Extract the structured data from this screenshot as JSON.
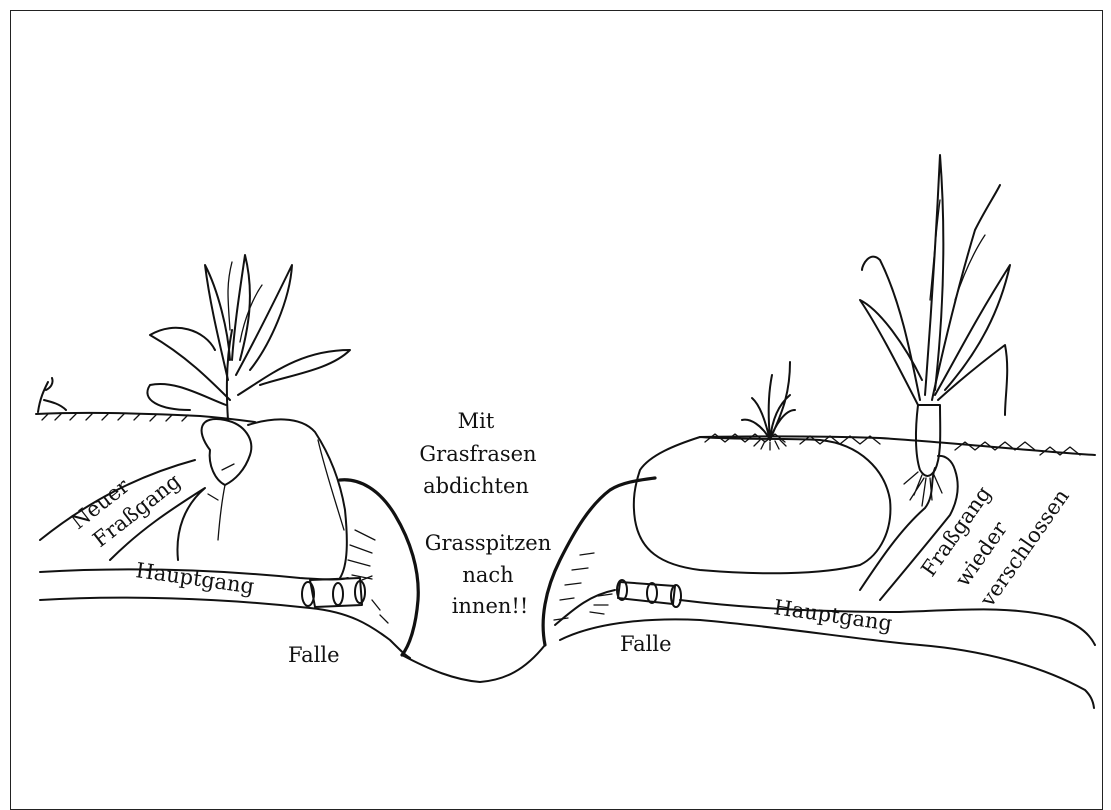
{
  "labels": {
    "neuer": "Neuer",
    "frassgang_left": "Fraßgang",
    "hauptgang_left": "Hauptgang",
    "falle_left": "Falle",
    "mit": "Mit",
    "grasfrasen": "Grasfrasen",
    "abdichten": "abdichten",
    "grasspitzen": "Grasspitzen",
    "nach": "nach",
    "innen": "innen!!",
    "falle_right": "Falle",
    "hauptgang_right": "Hauptgang",
    "frassgang_right": "Fraßgang",
    "wieder": "wieder",
    "verschlossen": "verschlossen"
  },
  "icons": {
    "left_plant": "beet-plant-icon",
    "right_plant": "leek-plant-icon",
    "small_sprout": "sprout-icon",
    "grass_tuft": "grass-tuft-icon",
    "trap_left": "tube-trap-icon",
    "trap_right": "tube-trap-icon"
  }
}
